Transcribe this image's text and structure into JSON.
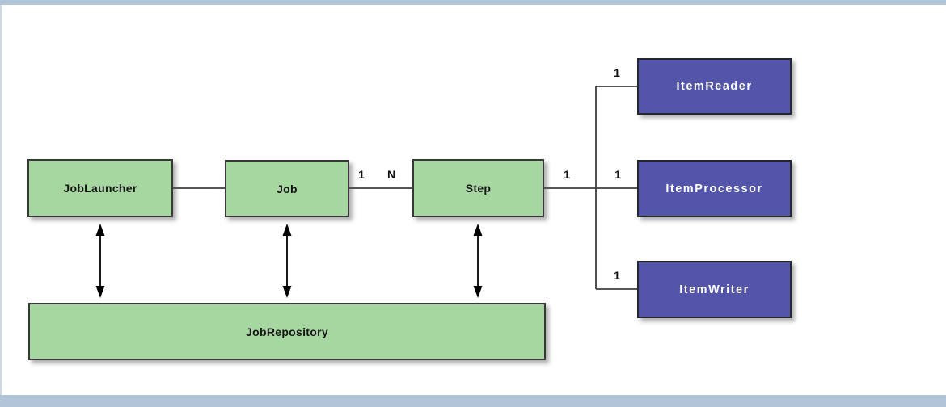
{
  "page": {
    "background": "#ffffff",
    "frame": {
      "band_color": "#b2c5d8",
      "left_strip_color": "#ccd8e4"
    }
  },
  "diagram": {
    "type": "architecture-block-diagram",
    "nodes": {
      "job_launcher": {
        "label": "JobLauncher",
        "kind": "green"
      },
      "job": {
        "label": "Job",
        "kind": "green"
      },
      "step": {
        "label": "Step",
        "kind": "green"
      },
      "job_repository": {
        "label": "JobRepository",
        "kind": "green"
      },
      "item_reader": {
        "label": "ItemReader",
        "kind": "purple"
      },
      "item_processor": {
        "label": "ItemProcessor",
        "kind": "purple"
      },
      "item_writer": {
        "label": "ItemWriter",
        "kind": "purple"
      }
    },
    "multiplicities": {
      "job_side_one": "1",
      "step_side_many": "N",
      "step_right_one": "1",
      "reader_one": "1",
      "processor_one": "1",
      "writer_one": "1"
    },
    "relations": [
      "JobLauncher — Job",
      "Job 1—N Step",
      "Step 1—1 ItemReader",
      "Step 1—1 ItemProcessor",
      "Step 1—1 ItemWriter",
      "JobLauncher <-> JobRepository",
      "Job <-> JobRepository",
      "Step <-> JobRepository"
    ],
    "colors": {
      "node_green": "#a7d7a1",
      "node_purple": "#5355ab",
      "line": "#3f3f3f",
      "arrow": "#000000"
    }
  }
}
